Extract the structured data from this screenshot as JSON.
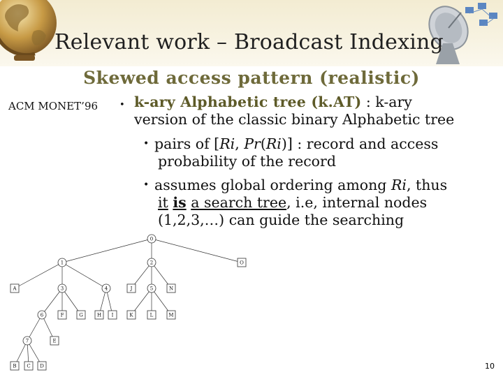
{
  "slide": {
    "title": "Relevant work – Broadcast Indexing",
    "subtitle": "Skewed access pattern (realistic)",
    "venue": "ACM MONET’96",
    "bullet_symbol": "•",
    "main_bullet": {
      "term": "k-ary Alphabetic tree (k.AT)",
      "line1_rest": " : k-ary",
      "line2": "version of the classic binary Alphabetic tree"
    },
    "sub_bullets": [
      {
        "symbol": "•",
        "pre": "pairs of  [",
        "ri": "Ri",
        "comma": ", ",
        "pr": "Pr",
        "paren_open": "(",
        "ri2": "Ri",
        "post": ")] : record and access",
        "line2": "probability of the record"
      },
      {
        "symbol": "•",
        "pre": "assumes global ordering among ",
        "ri": "Ri",
        "post": ", thus",
        "u1": "it",
        "sp1": " ",
        "u2": "is",
        "sp2": " ",
        "u3": "a search tree",
        "rest": ", i.e, internal nodes",
        "line3": "(1,2,3,…) can guide the searching"
      }
    ],
    "slide_number": "10"
  },
  "tree": {
    "internal_nodes": [
      "0",
      "1",
      "2",
      "3",
      "4",
      "5",
      "6",
      "7"
    ],
    "leaf_nodes": [
      "A",
      "B",
      "C",
      "D",
      "E",
      "F",
      "G",
      "H",
      "I",
      "J",
      "K",
      "L",
      "M",
      "N",
      "O"
    ]
  },
  "colors": {
    "banner": "#f3ecd2",
    "subtitle": "#6e6a3a",
    "term": "#5d5a28",
    "text": "#111111"
  },
  "icons": [
    "globe-icon",
    "satellite-dish-icon",
    "network-computers-icon"
  ]
}
